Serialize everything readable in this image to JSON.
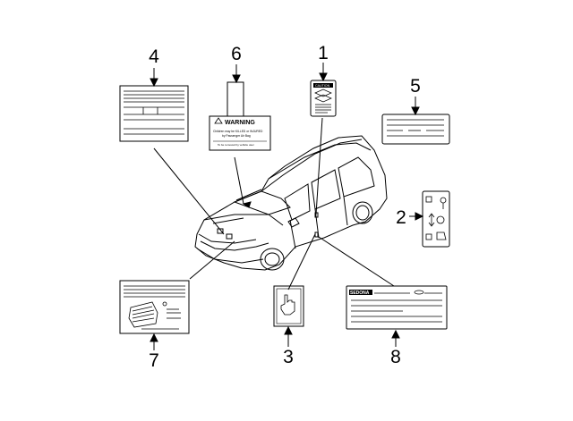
{
  "callouts": [
    {
      "id": "callout-1",
      "number": "1"
    },
    {
      "id": "callout-2",
      "number": "2"
    },
    {
      "id": "callout-3",
      "number": "3"
    },
    {
      "id": "callout-4",
      "number": "4"
    },
    {
      "id": "callout-5",
      "number": "5"
    },
    {
      "id": "callout-6",
      "number": "6"
    },
    {
      "id": "callout-7",
      "number": "7"
    },
    {
      "id": "callout-8",
      "number": "8"
    }
  ],
  "labels": {
    "caution_label_title": "CAUTION",
    "warning_label_title": "WARNING",
    "warning_label_line1": "Children may be KILLED or INJURED",
    "warning_label_line2": "by Passenger Air Bag",
    "warning_label_line3": "To be removed by vehicle user",
    "tire_label_model": "SEDONA"
  }
}
